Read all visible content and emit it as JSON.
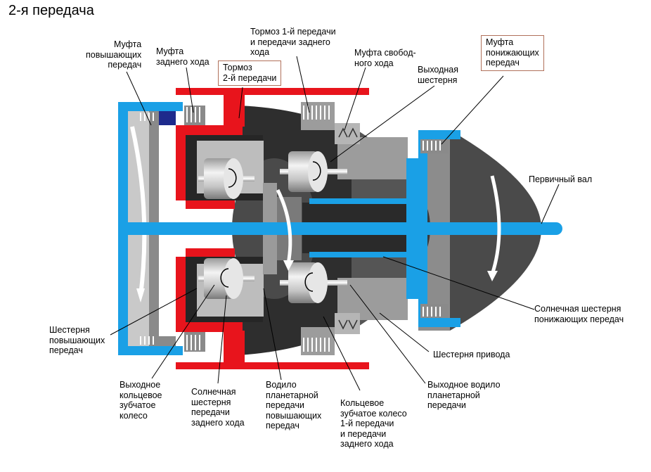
{
  "title": "2-я передача",
  "labels": {
    "clutch_overdrive": "Муфта\nповышающих\nпередач",
    "clutch_reverse": "Муфта\nзаднего хода",
    "brake_2nd": "Тормоз\n2-й передачи",
    "brake_1st_reverse": "Тормоз 1-й передачи\nи передачи заднего\nхода",
    "one_way_clutch": "Муфта свобод-\nного хода",
    "output_gear": "Выходная\nшестерня",
    "clutch_underdrive": "Муфта\nпонижающих\nпередач",
    "input_shaft": "Первичный вал",
    "underdrive_sun_gear": "Солнечная шестерня\nпонижающих передач",
    "drive_gear": "Шестерня привода",
    "output_carrier": "Выходное водило\nпланетарной\nпередачи",
    "ring_gear_1st_reverse": "Кольцевое\nзубчатое колесо\n1-й передачи\nи передачи\nзаднего хода",
    "overdrive_carrier": "Водило\nпланетарной\nпередачи\nповышающих\nпередач",
    "reverse_sun_gear": "Солнечная\nшестерня\nпередачи\nзаднего хода",
    "output_ring_gear": "Выходное\nкольцевое\nзубчатое\nколесо",
    "overdrive_gear": "Шестерня\nповышающих\nпередач"
  },
  "colors": {
    "blue": "#1aa0e6",
    "red": "#e8141c",
    "dark": "#3a3a3a",
    "mid": "#8c8c8c",
    "light": "#c8c8c8",
    "black": "#111111",
    "navy": "#1e2a8c"
  }
}
